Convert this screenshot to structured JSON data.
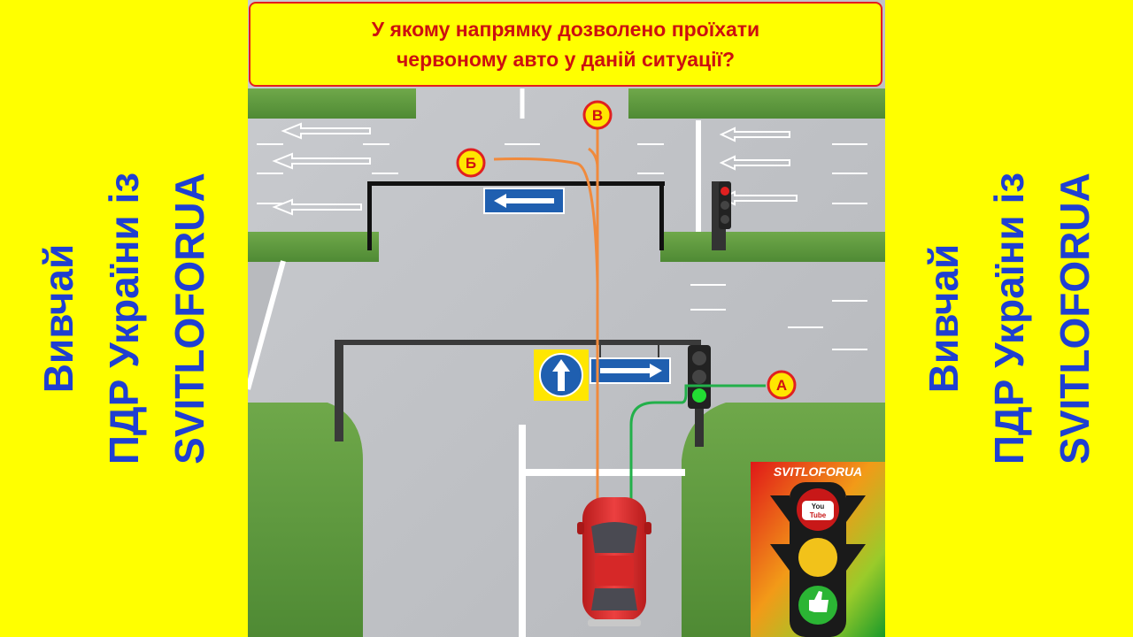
{
  "question": {
    "line1": "У якому напрямку дозволено проїхати",
    "line2": "червоному авто у даній ситуації?"
  },
  "side_text": {
    "line1": "Вивчай",
    "line2": "ПДР України із",
    "line3": "SVITLOFORUA"
  },
  "points": {
    "a": "А",
    "b": "Б",
    "v": "В"
  },
  "logo": {
    "title": "SVITLOFORUA",
    "youtube_line1": "You",
    "youtube_line2": "Tube"
  },
  "colors": {
    "background": "#ffff00",
    "side_text": "#1f3fd1",
    "question_text": "#cc1010",
    "question_border": "#e31e1e",
    "route_orange": "#f08a3c",
    "route_green": "#22b04a",
    "car": "#e03030",
    "sign_blue": "#1f5fb0"
  }
}
